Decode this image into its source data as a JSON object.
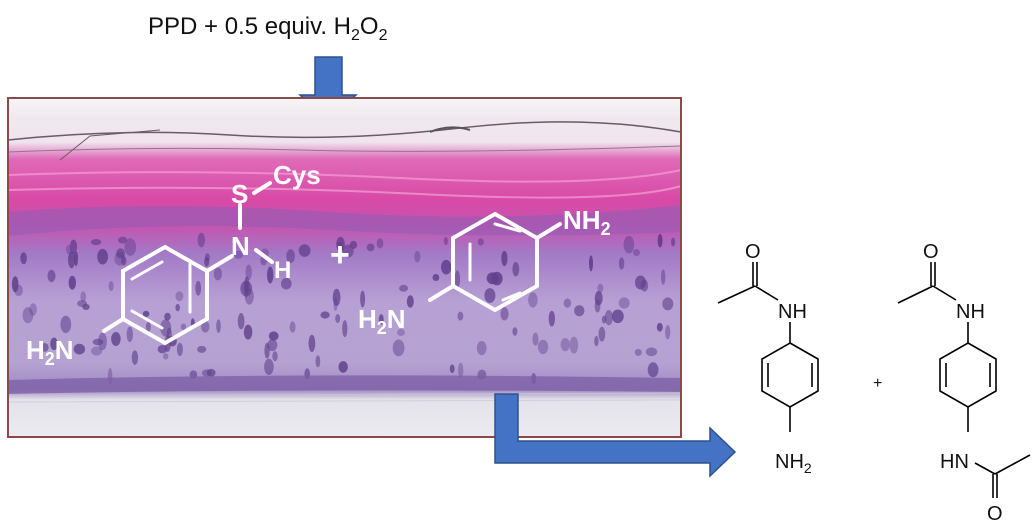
{
  "title": {
    "main": "PPD + 0.5 equiv. H",
    "sub1": "2",
    "mid": "O",
    "sub2": "2"
  },
  "tissue_labels": {
    "cys": "Cys",
    "s": "S",
    "n": "N",
    "h": "H",
    "plus": "+",
    "nh2_left": "H",
    "nh2_left_sub": "2",
    "nh2_left_n": "N",
    "nh2_right": "NH",
    "nh2_right_sub": "2",
    "h2n_mid": "H",
    "h2n_mid_sub": "2",
    "h2n_mid_n": "N"
  },
  "product1": {
    "o": "O",
    "nh": "NH",
    "nh2": "NH",
    "nh2_sub": "2"
  },
  "product_plus": "+",
  "product2": {
    "o_top": "O",
    "nh_top": "NH",
    "hn_bottom": "HN",
    "o_bottom": "O"
  },
  "colors": {
    "arrow": "#4472c4",
    "arrow_edge": "#2f528f",
    "frame": "#8b4a4a",
    "stratum_corneum": "#d94aa8",
    "epidermis": "#b69ad0",
    "cells": "#5a3a8a",
    "dermis": "#e8e6ee"
  }
}
